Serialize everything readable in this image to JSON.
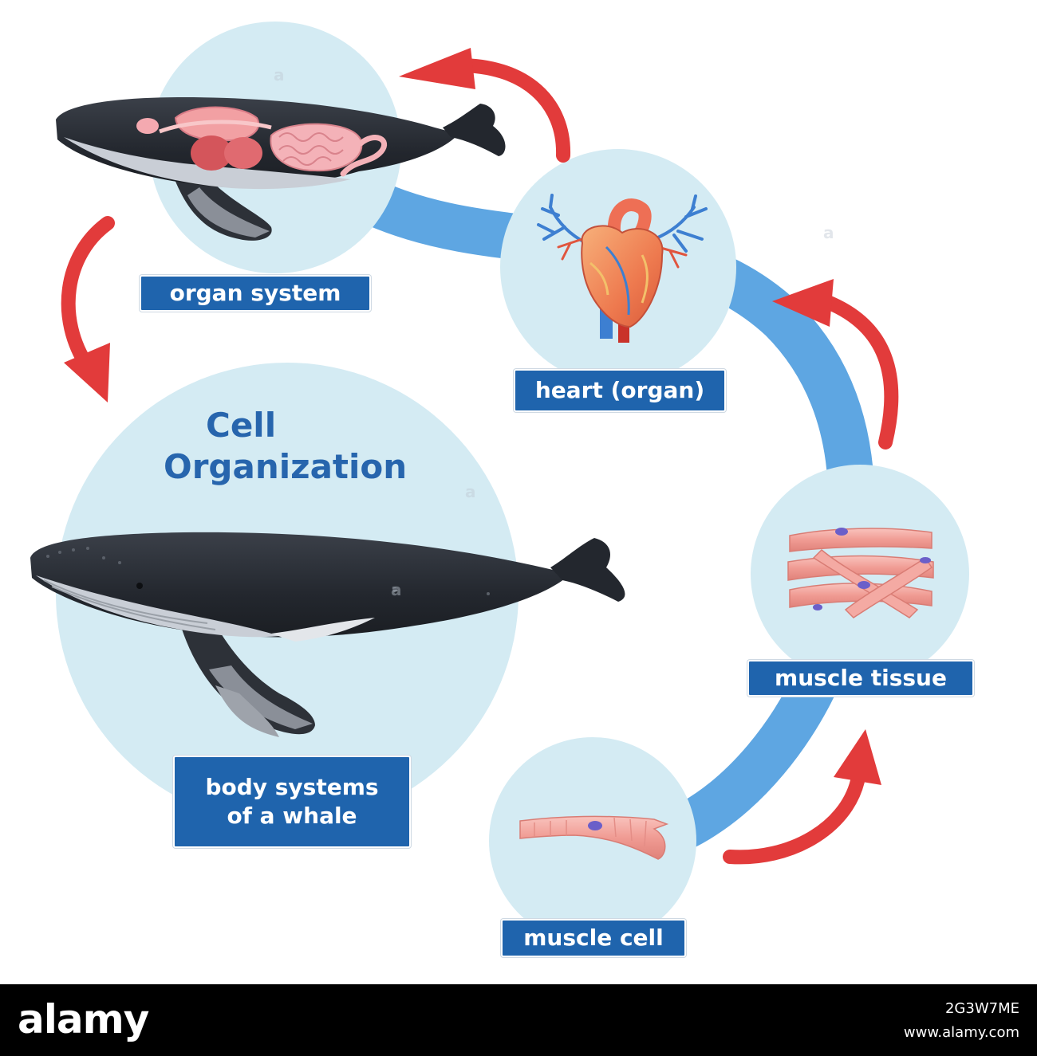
{
  "title": {
    "line1": "Cell",
    "line2": "Organization"
  },
  "labels": {
    "organ_system": "organ system",
    "heart": "heart (organ)",
    "muscle_tissue": "muscle tissue",
    "muscle_cell": "muscle cell",
    "whale_line1": "body systems",
    "whale_line2": "of a whale"
  },
  "colors": {
    "circle_fill": "#d4ebf3",
    "path_band": "#5ea6e2",
    "arrow_red": "#e23b3b",
    "label_bg": "#1f64ad",
    "title_text": "#2765ad",
    "whale_dark": "#262b33",
    "muscle_pink": "#f2a3a0",
    "nucleus": "#6b5fc9"
  },
  "icons": [
    "whale-organ-system-illustration",
    "heart-illustration",
    "muscle-tissue-illustration",
    "muscle-cell-illustration",
    "whale-illustration",
    "red-cycle-arrow"
  ],
  "watermark": {
    "letter": "a"
  },
  "footer": {
    "brand": "alamy",
    "image_id": "2G3W7ME",
    "site": "www.alamy.com"
  }
}
